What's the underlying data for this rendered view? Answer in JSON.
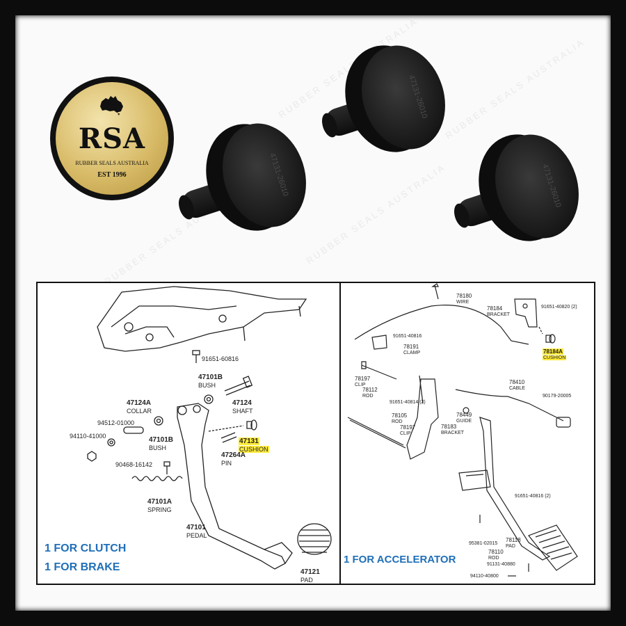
{
  "logo": {
    "brand": "RSA",
    "subtitle": "RUBBER SEALS AUSTRALIA",
    "established": "EST 1996"
  },
  "watermark": "RUBBER SEALS AUSTRALIA",
  "captions": {
    "clutch": "1 FOR CLUTCH",
    "brake": "1 FOR BRAKE",
    "accelerator": "1 FOR ACCELERATOR"
  },
  "cushion_marking": "47131-26010",
  "left_diagram": {
    "labels": {
      "p91651": "91651-60816",
      "p47101b_top": "47101B",
      "bush_top": "BUSH",
      "p47124a": "47124A",
      "collar": "COLLAR",
      "p47124": "47124",
      "shaft": "SHAFT",
      "p94512": "94512-01000",
      "p94110": "94110-41000",
      "p47101b": "47101B",
      "bush": "BUSH",
      "p47131": "47131",
      "cushion": "CUSHION",
      "p47264a": "47264A",
      "pin": "PIN",
      "p90468": "90468-16142",
      "p47101a": "47101A",
      "spring": "SPRING",
      "p47101": "47101",
      "pedal": "PEDAL",
      "p47121": "47121",
      "pad": "PAD"
    }
  },
  "right_diagram": {
    "labels": {
      "p78180": "78180",
      "wire": "WIRE",
      "p78184": "78184",
      "bracket": "BRACKET",
      "p91651_40820": "91651-40820 (2)",
      "p91651_40816": "91651-40816",
      "p78191": "78191",
      "clamp": "CLAMP",
      "p78184a": "78184A",
      "cushion": "CUSHION",
      "p78197": "78197",
      "clip": "CLIP",
      "p78112": "78112",
      "rod": "ROD",
      "p78410": "78410",
      "cable": "CABLE",
      "p90179": "90179-20005",
      "p91651_40814": "91651-40814 (2)",
      "p78449": "78449",
      "guide": "GUIDE",
      "p78105": "78105",
      "rod2": "ROD",
      "p78197b": "78197",
      "clip2": "CLIP",
      "p78183": "78183",
      "bracket2": "BRACKET",
      "p91651_40816b": "91651-40816 (2)",
      "p95381": "95381-02015",
      "p78118": "78118",
      "pad": "PAD",
      "p78110": "78110",
      "rod3": "ROD",
      "p91131": "91131-40880",
      "p94110": "94110-40800"
    }
  }
}
